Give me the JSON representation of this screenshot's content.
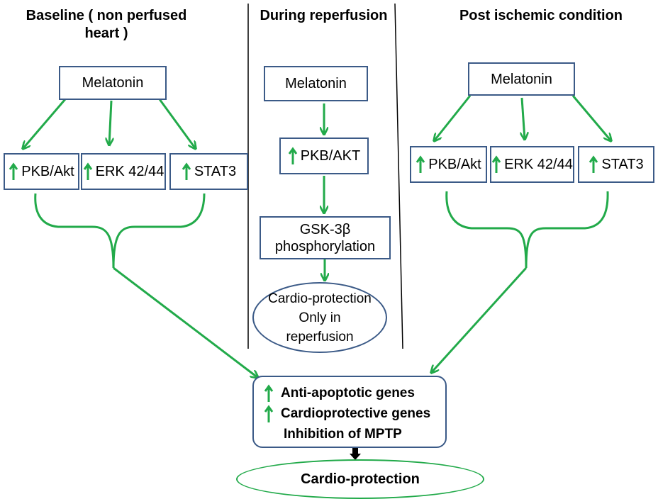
{
  "headings": {
    "baseline_line1": "Baseline ( non perfused",
    "baseline_line2": "heart )",
    "reperfusion": "During reperfusion",
    "post": "Post ischemic condition"
  },
  "left": {
    "melatonin": "Melatonin",
    "pkb": "PKB/Akt",
    "erk": "ERK 42/44",
    "stat3": "STAT3"
  },
  "center": {
    "melatonin": "Melatonin",
    "pkb": "PKB/AKT",
    "gsk_line1": "GSK-3β",
    "gsk_line2": "phosphorylation",
    "ellipse_line1": "Cardio-protection",
    "ellipse_line2": "Only in",
    "ellipse_line3": "reperfusion"
  },
  "right": {
    "melatonin": "Melatonin",
    "pkb": "PKB/Akt",
    "erk": "ERK 42/44",
    "stat3": "STAT3"
  },
  "outcome": {
    "line1": "Anti-apoptotic genes",
    "line2": "Cardioprotective genes",
    "line3": "Inhibition of MPTP"
  },
  "final": "Cardio-protection",
  "colors": {
    "arrow": "#22aa4a",
    "box_border": "#3b5a87",
    "divider": "#000000"
  }
}
